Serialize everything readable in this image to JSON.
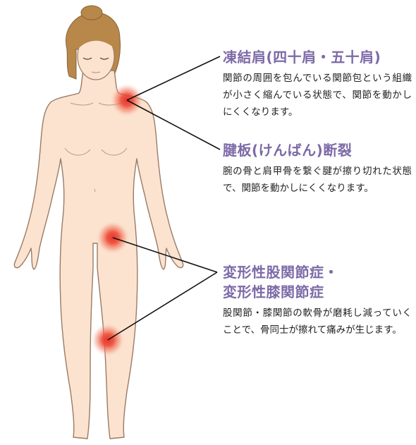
{
  "colors": {
    "skin": "#fbe3cf",
    "skin_outline": "#9a7b66",
    "hair": "#b8874a",
    "heading": "#7d6aa8",
    "pain": "#e8342a",
    "leader_line": "#111111"
  },
  "callouts": [
    {
      "title": "凍結肩(四十肩・五十肩)",
      "body": "関節の周囲を包んでいる関節包という組織が小さく縮んでいる状態で、関節を動かしにくくなります。"
    },
    {
      "title": "腱板(けんばん)断裂",
      "body": "腕の骨と肩甲骨を繋ぐ腱が擦り切れた状態で、関節を動かしにくくなります。"
    },
    {
      "title_line1": "変形性股関節症・",
      "title_line2": "変形性膝関節症",
      "body": "股関節・膝関節の軟骨が磨耗し減っていくことで、骨同士が擦れて痛みが生じます。"
    }
  ],
  "icons": [
    "female-body-illustration",
    "pain-point-icon"
  ]
}
